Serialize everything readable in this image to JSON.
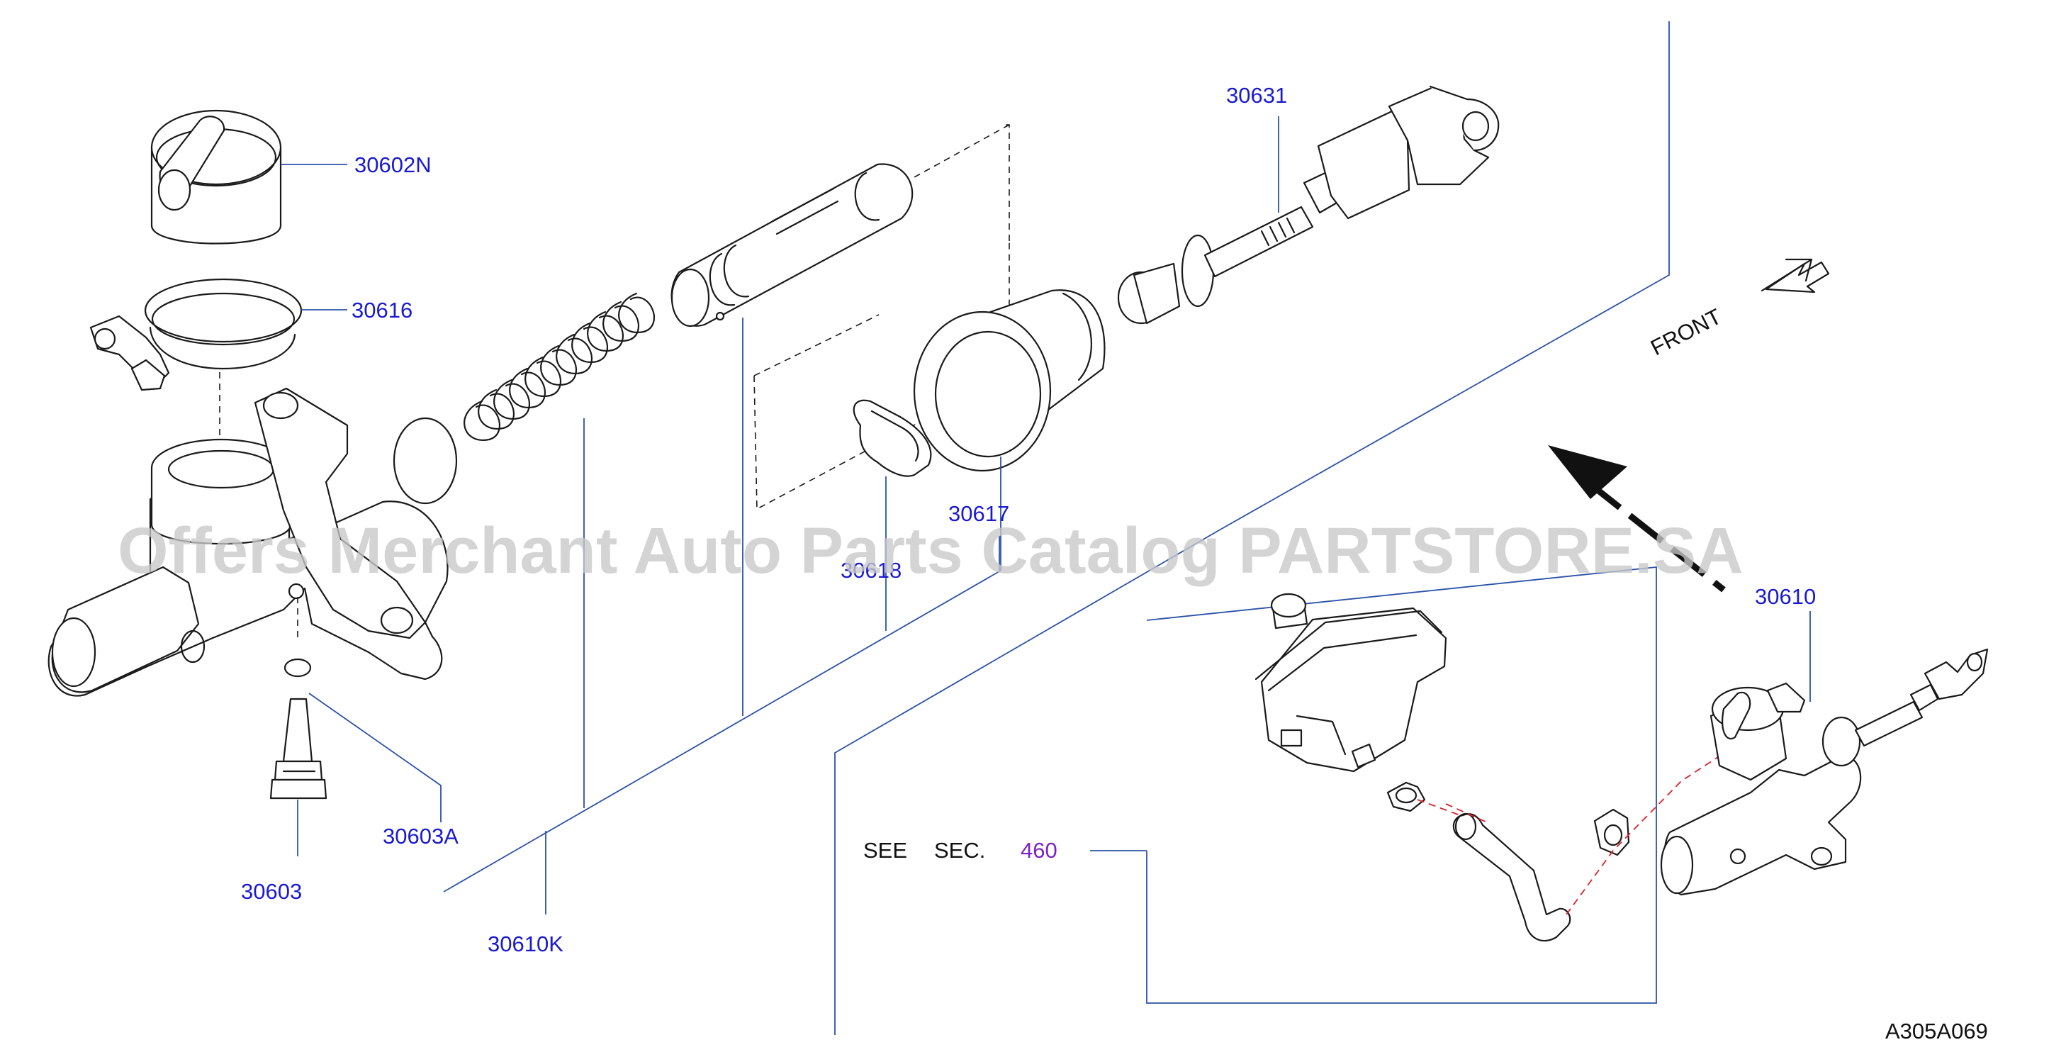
{
  "labels": {
    "cap": "30602N",
    "seal_ring": "30616",
    "bleeder_ring": "30603A",
    "bleeder": "30603",
    "spring": "30610K",
    "clip": "30618",
    "dust_boot": "30617",
    "push_rod": "30631",
    "assembly": "30610"
  },
  "see_section": {
    "see": "SEE",
    "sec": "SEC.",
    "number": "460"
  },
  "front_label": "FRONT",
  "diagram_code": "A305A069",
  "watermark": "Offers Merchant Auto Parts Catalog PARTSTORE.SA",
  "colors": {
    "label": "#1a1ad0",
    "leader": "#2b52a8",
    "section_ref": "#7a22c8",
    "hose_guide": "#e0202a"
  }
}
